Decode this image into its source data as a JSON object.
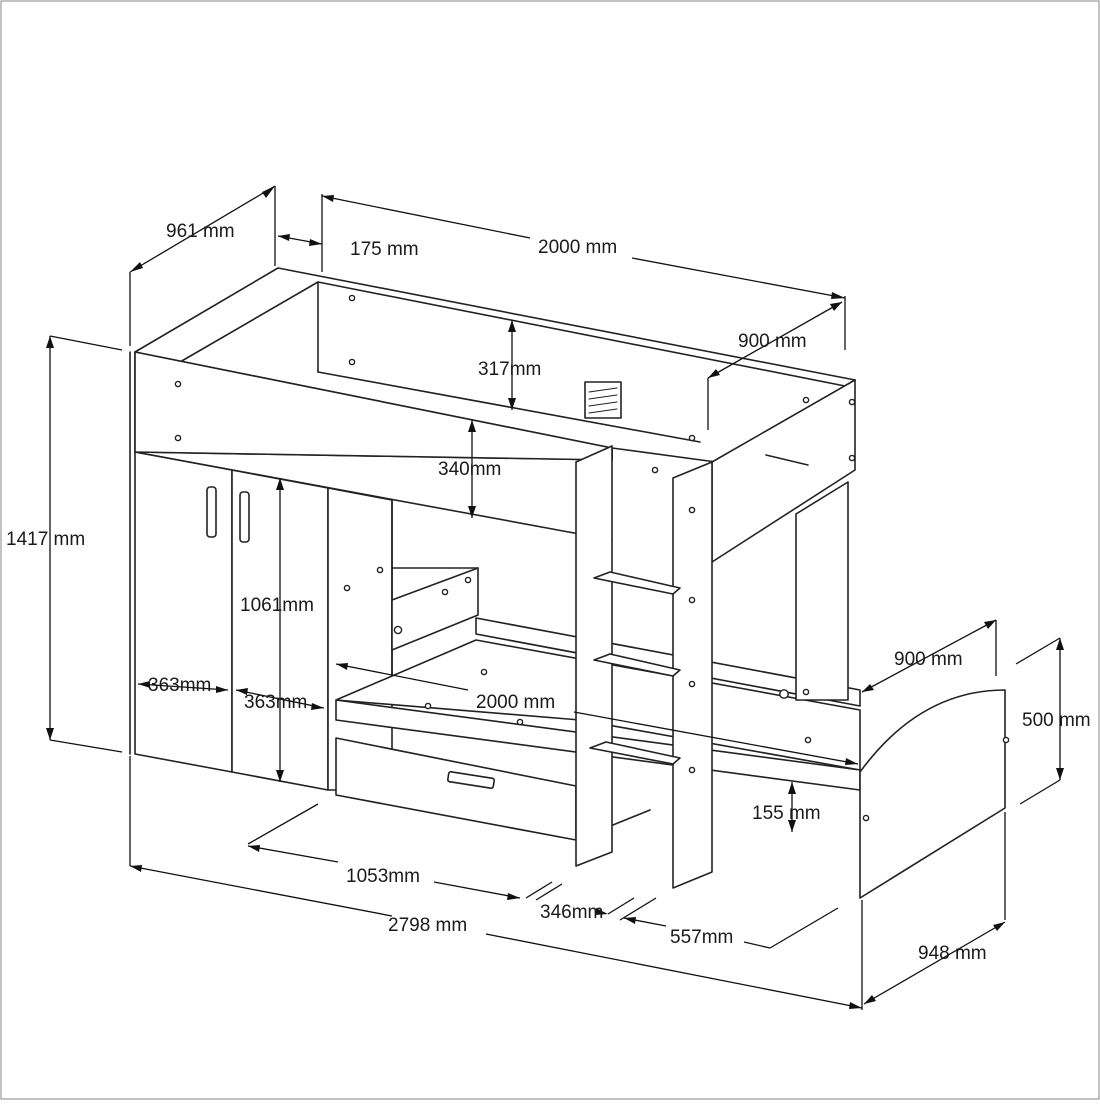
{
  "dimensions": {
    "depth_top": "961 mm",
    "offset_top": "175 mm",
    "length_top": "2000 mm",
    "width_top_right": "900 mm",
    "top_rail_height": "317mm",
    "underbed_clearance": "340mm",
    "total_height": "1417 mm",
    "wardrobe_height": "1061mm",
    "door_left_width": "363mm",
    "door_right_width": "363mm",
    "lower_bed_length": "2000 mm",
    "lower_bed_width": "900 mm",
    "lower_bed_height": "500 mm",
    "lower_rail_height": "155 mm",
    "wardrobe_length": "1053mm",
    "ladder_width": "346mm",
    "ladder_gap": "557mm",
    "total_length": "2798 mm",
    "total_width": "948 mm"
  }
}
